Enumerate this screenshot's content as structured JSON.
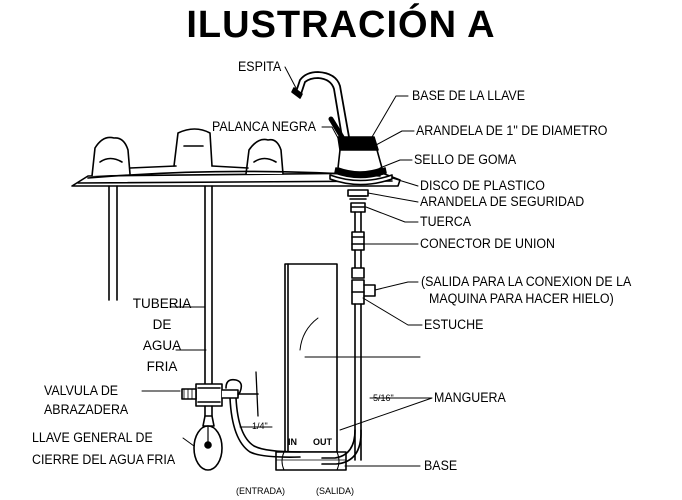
{
  "title": "ILUSTRACIÓN A",
  "labels": {
    "espita": "ESPITA",
    "base_llave": "BASE DE LA LLAVE",
    "palanca": "PALANCA NEGRA",
    "arandela_1": "ARANDELA DE 1\" DE DIAMETRO",
    "sello": "SELLO DE GOMA",
    "disco": "DISCO DE PLASTICO",
    "arandela_seg": "ARANDELA DE SEGURIDAD",
    "tuerca": "TUERCA",
    "conector": "CONECTOR DE UNION",
    "salida_hielo_1": "(SALIDA PARA LA CONEXION DE LA",
    "salida_hielo_2": "MAQUINA PARA HACER HIELO)",
    "estuche": "ESTUCHE",
    "tuberia_1": "TUBERIA",
    "tuberia_2": "DE",
    "tuberia_3": "AGUA",
    "tuberia_4": "FRIA",
    "valvula_1": "VALVULA DE",
    "valvula_2": "ABRAZADERA",
    "manguera": "MANGUERA",
    "llave_general_1": "LLAVE GENERAL DE",
    "llave_general_2": "CIERRE DEL AGUA FRIA",
    "base": "BASE",
    "size_516": "5/16\"",
    "size_14": "1/4\"",
    "in": "IN",
    "out": "OUT",
    "entrada": "(ENTRADA)",
    "salida": "(SALIDA)"
  }
}
